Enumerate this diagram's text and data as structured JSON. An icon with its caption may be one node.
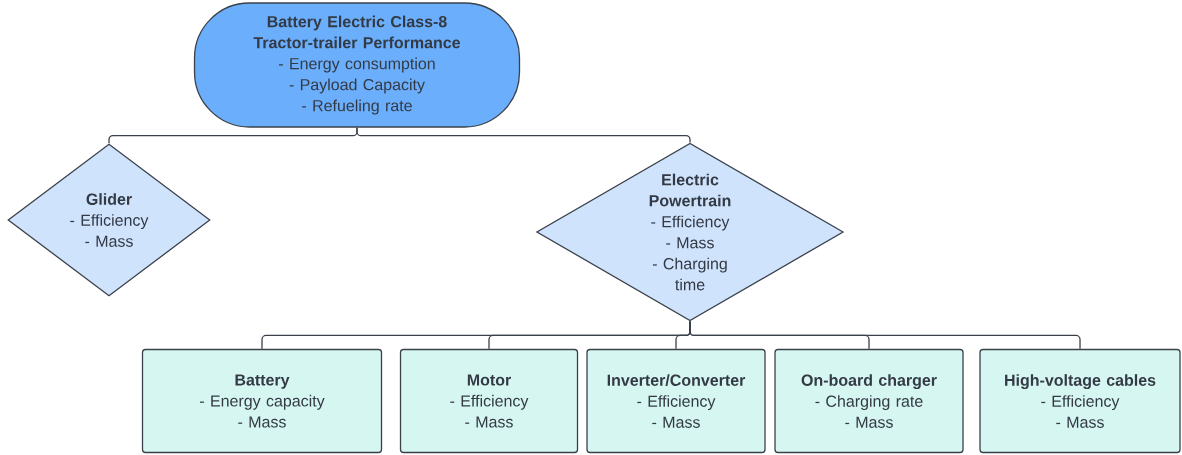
{
  "diagram": {
    "nodes": [
      {
        "text": [
          "Battery Electric Class-8 Tractor-trailer Performance",
          "- Energy consumption",
          "- Payload Capacity",
          "- Refueling rate"
        ]
      },
      {
        "text": [
          "Glider",
          "- Efficiency",
          "- Mass"
        ]
      },
      {
        "text": [
          "Electric Powertrain",
          "- Efficiency",
          "- Mass",
          "- Charging time"
        ]
      },
      {
        "text": [
          "Battery",
          "- Energy capacity",
          "- Mass"
        ]
      },
      {
        "text": [
          "Motor",
          "- Efficiency",
          "- Mass"
        ]
      },
      {
        "text": [
          "Inverter/Converter",
          "- Efficiency",
          "- Mass"
        ]
      },
      {
        "text": [
          "On-board charger",
          "- Charging rate",
          "- Mass"
        ]
      },
      {
        "text": [
          "High-voltage cables",
          "- Efficiency",
          "- Mass"
        ]
      }
    ],
    "edges": [
      {
        "from": 0,
        "to": 1,
        "arrow": "none"
      },
      {
        "from": 0,
        "to": 2,
        "arrow": "none"
      },
      {
        "from": 2,
        "to": 3,
        "arrow": "none"
      },
      {
        "from": 2,
        "to": 4,
        "arrow": "none"
      },
      {
        "from": 2,
        "to": 5,
        "arrow": "none"
      },
      {
        "from": 2,
        "to": 6,
        "arrow": "none"
      },
      {
        "from": 2,
        "to": 7,
        "arrow": "none"
      }
    ]
  }
}
